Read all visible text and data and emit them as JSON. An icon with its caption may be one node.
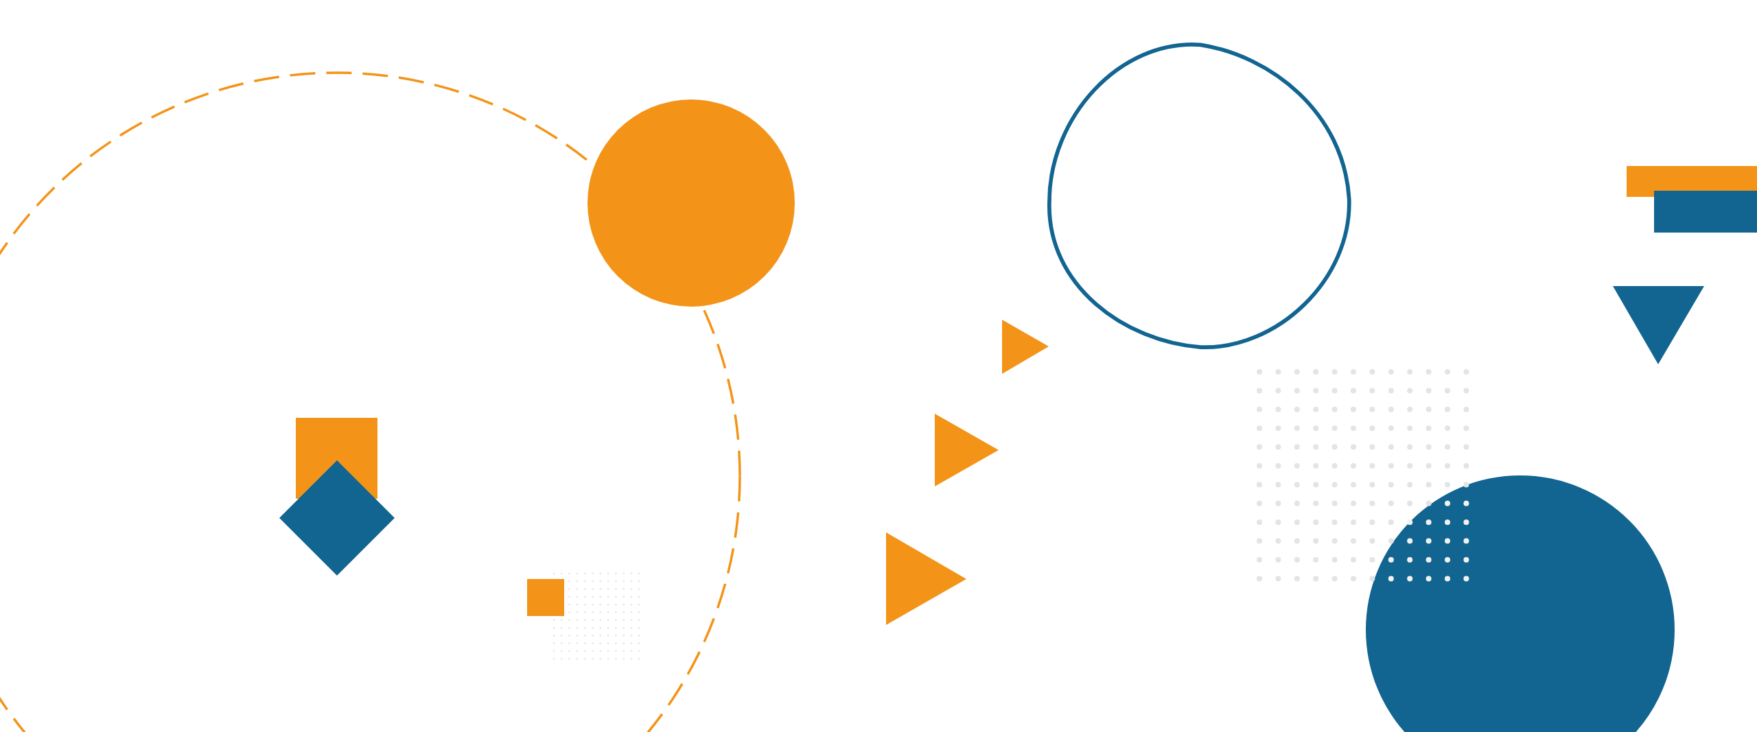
{
  "diagram": {
    "nodes": [
      {
        "text": [],
        "shape": "circle"
      },
      {
        "text": [],
        "shape": "circle"
      },
      {
        "text": [],
        "shape": "circle"
      },
      {
        "text": [],
        "shape": "bar"
      },
      {
        "text": [],
        "shape": "bar"
      },
      {
        "text": [],
        "shape": "triangle"
      },
      {
        "text": [],
        "shape": "triangle"
      },
      {
        "text": [],
        "shape": "box",
        "in": 1
      },
      {
        "text": [],
        "shape": "triangle"
      },
      {
        "text": [],
        "shape": "diamond",
        "in": 1
      },
      {
        "text": [],
        "shape": "triangle"
      },
      {
        "text": [],
        "shape": "box",
        "in": 1
      },
      {
        "text": [],
        "shape": "circle"
      }
    ]
  }
}
